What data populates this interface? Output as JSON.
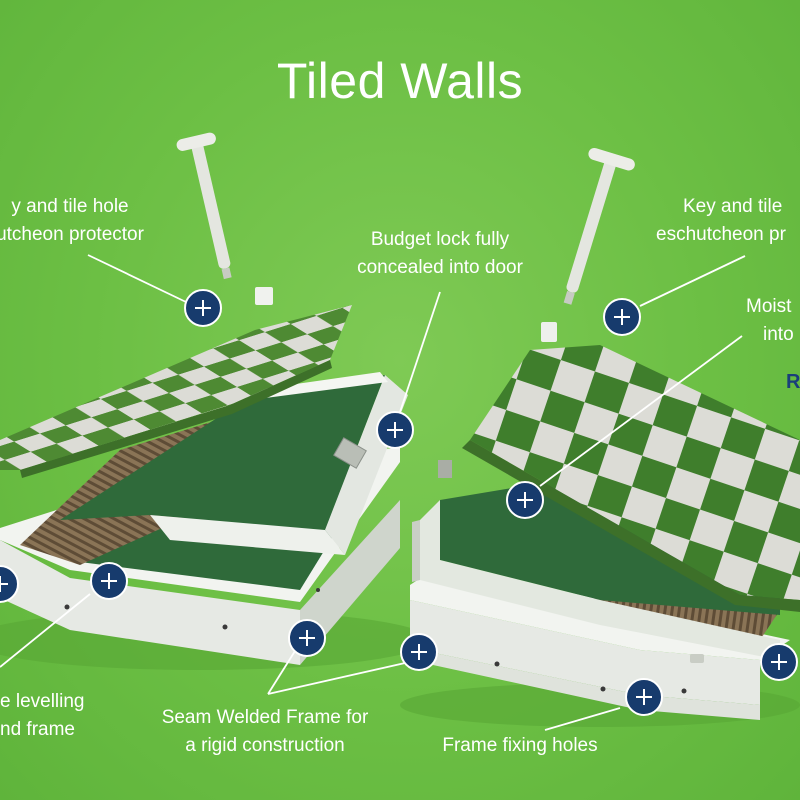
{
  "title": "Tiled Walls",
  "labels": {
    "key_left_line1": "y and tile hole",
    "key_left_line2": "utcheon protector",
    "budget_line1": "Budget lock fully",
    "budget_line2": "concealed into door",
    "key_right_line1": "Key and tile",
    "key_right_line2": "eschutcheon pr",
    "moist_line1": "Moist",
    "moist_line2": "into",
    "r_fragment": "R",
    "levelling_line1": "e levelling",
    "levelling_line2": "nd frame",
    "seam_line1": "Seam Welded Frame for",
    "seam_line2": "a rigid construction",
    "fixing": "Frame fixing holes"
  },
  "colors": {
    "background": "#6cbf44",
    "hotspot_fill": "#173b6d",
    "tile_dark": "#4e8a33",
    "tile_light": "#dcdcd6",
    "frame": "#e9ece8",
    "interior": "#2f6a3a"
  },
  "icon": "plus-hotspot-icon"
}
